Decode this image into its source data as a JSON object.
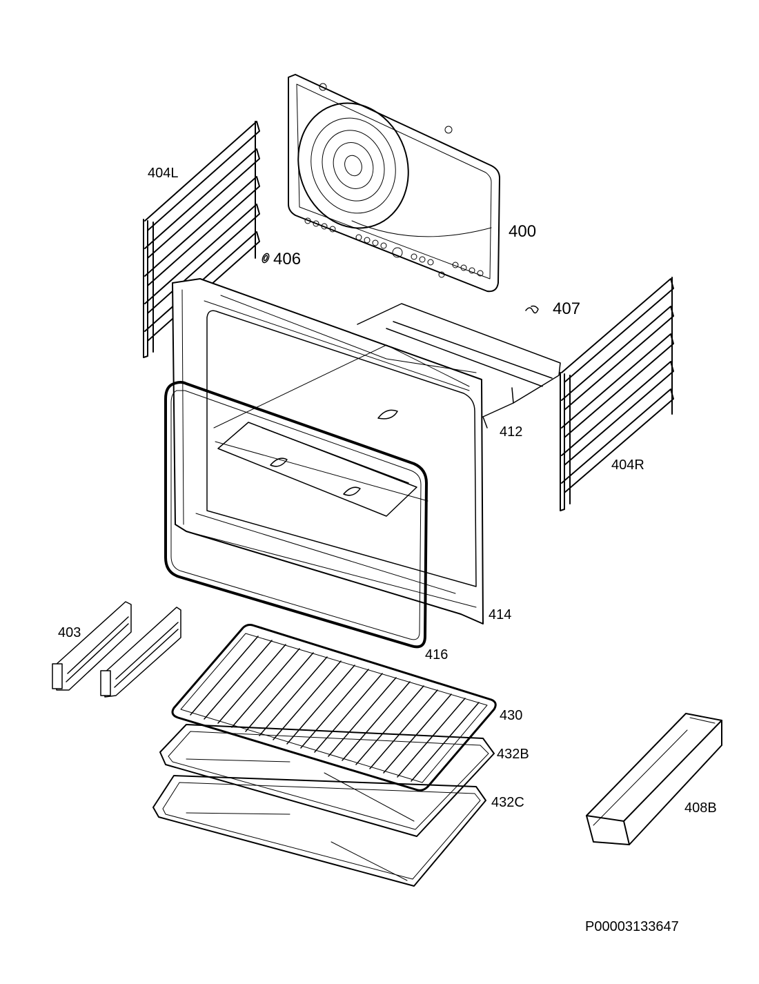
{
  "labels": {
    "p400": "400",
    "p404L": "404L",
    "p406": "406",
    "p407": "407",
    "p412": "412",
    "p404R": "404R",
    "p403": "403",
    "p414": "414",
    "p416": "416",
    "p430": "430",
    "p432B": "432B",
    "p432C": "432C",
    "p408B": "408B"
  },
  "document_id": "P00003133647",
  "colors": {
    "line": "#000000",
    "background": "#ffffff"
  }
}
